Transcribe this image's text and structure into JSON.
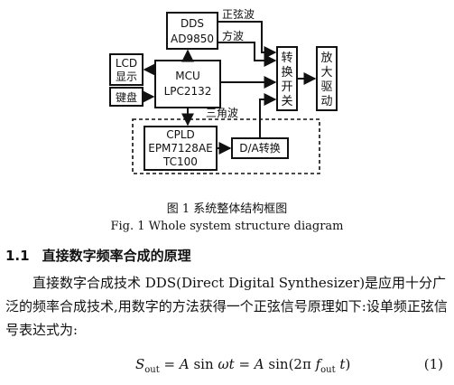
{
  "figure": {
    "dds_line1": "DDS",
    "dds_line2": "AD9850",
    "sine_label": "正弦波",
    "square_label": "方波",
    "lcd_line1": "LCD",
    "lcd_line2": "显示",
    "mcu_line1": "MCU",
    "mcu_line2": "LPC2132",
    "keypad": "键盘",
    "triangle_label": "三角波",
    "cpld_line1": "CPLD",
    "cpld_line2": "EPM7128AE",
    "cpld_line3": "TC100",
    "da_label": "D/A转换",
    "switch_chars": [
      "转",
      "换",
      "开",
      "关"
    ],
    "amp_chars": [
      "放",
      "大",
      "驱",
      "动"
    ]
  },
  "caption_cn": "图 1    系统整体结构框图",
  "caption_en": "Fig. 1    Whole system structure diagram",
  "section": {
    "number": "1.1",
    "title": "直接数字频率合成的原理"
  },
  "paragraph": "直接数字合成技术 DDS(Direct Digital Synthesizer)是应用十分广泛的频率合成技术,用数字的方法获得一个正弦信号原理如下:设单频正弦信号表达式为:",
  "formula": {
    "text": "S_out = A sin ωt = A sin(2π f_out t)",
    "number": "(1)"
  }
}
